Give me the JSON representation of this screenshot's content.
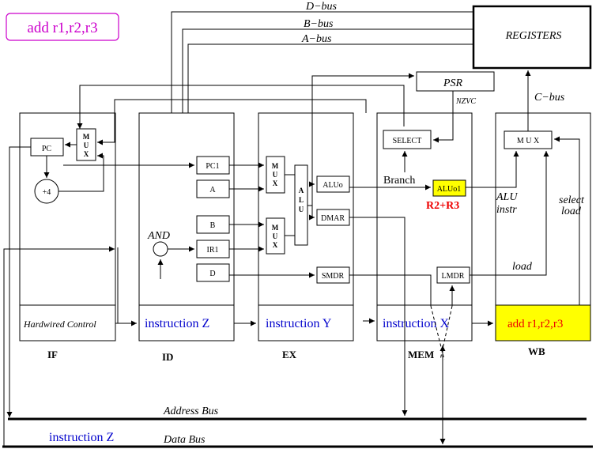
{
  "title": "add r1,r2,r3",
  "colors": {
    "title_text": "#cc00cc",
    "title_border": "#cc00cc",
    "instruction_blue": "#0000cc",
    "highlight_red": "#ee0000",
    "yellow": "#ffff00"
  },
  "buses": {
    "d_bus": "D−bus",
    "b_bus": "B−bus",
    "a_bus": "A−bus",
    "c_bus": "C−bus",
    "address_bus": "Address Bus",
    "data_bus": "Data Bus"
  },
  "units": {
    "registers": "REGISTERS",
    "psr": "PSR",
    "nzvc": "NZVC",
    "select": "SELECT",
    "branch": "Branch",
    "pc": "PC",
    "plus4": "+4",
    "mux": "M U X",
    "mux_stack": [
      "M",
      "U",
      "X"
    ],
    "alu_stack": [
      "A",
      "L",
      "U"
    ],
    "pc1": "PC1",
    "a": "A",
    "b": "B",
    "ir1": "IR1",
    "d": "D",
    "and": "AND",
    "aluo": "ALUo",
    "dmar": "DMAR",
    "smdr": "SMDR",
    "aluo1": "ALUo1",
    "lmdr": "LMDR",
    "r2r3": "R2+R3",
    "alu_instr": [
      "ALU",
      "instr"
    ],
    "select_load": [
      "select",
      "load"
    ],
    "load": "load",
    "hardwired_control": "Hardwired Control"
  },
  "stages": {
    "if": "IF",
    "id": "ID",
    "ex": "EX",
    "mem": "MEM",
    "wb": "WB"
  },
  "instructions": {
    "id": "instruction Z",
    "ex": "instruction Y",
    "mem": "instruction X",
    "wb": "add r1,r2,r3",
    "data_bus": "instruction Z"
  }
}
